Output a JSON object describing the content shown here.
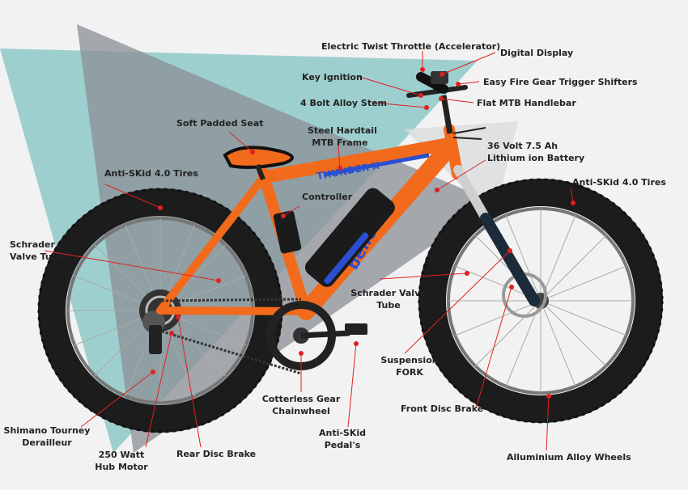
{
  "labels": {
    "throttle": "Electric Twist Throttle (Accelerator)",
    "display": "Digital Display",
    "ignition": "Key Ignition",
    "shifters": "Easy Fire Gear Trigger Shifters",
    "stem": "4 Bolt Alloy Stem",
    "handlebar": "Flat MTB Handlebar",
    "seat": "Soft Padded Seat",
    "frame_1": "Steel Hardtail",
    "frame_2": "MTB Frame",
    "battery_1": "36 Volt 7.5 Ah",
    "battery_2": "Lithium ion Battery",
    "tires_rear": "Anti-SKid 4.0 Tires",
    "tires_front": "Anti-SKid 4.0 Tires",
    "controller": "Controller",
    "valve_rear_1": "Schrader",
    "valve_rear_2": "Valve Tube",
    "valve_front_1": "Schrader Valve",
    "valve_front_2": "Tube",
    "fork_1": "Suspension",
    "fork_2": "FORK",
    "chainwheel_1": "Cotterless Gear",
    "chainwheel_2": "Chainwheel",
    "front_brake": "Front Disc Brake",
    "pedals_1": "Anti-SKid",
    "pedals_2": "Pedal's",
    "derailleur_1": "Shimano Tourney",
    "derailleur_2": "Derailleur",
    "motor_1": "250 Watt",
    "motor_2": "Hub Motor",
    "rear_brake": "Rear Disc Brake",
    "wheels": "Alluminium Alloy Wheels"
  },
  "bike": {
    "brand_top_tube": "THUNDER-X",
    "brand_down_tube": "bellezza"
  },
  "colors": {
    "frame": "#f26a1b",
    "tire": "#1c1c1c",
    "leader": "#e02020",
    "teal_bg": "#8fc9c9",
    "grey_bg": "#8a8f95",
    "accent_blue": "#2a4fd0"
  }
}
